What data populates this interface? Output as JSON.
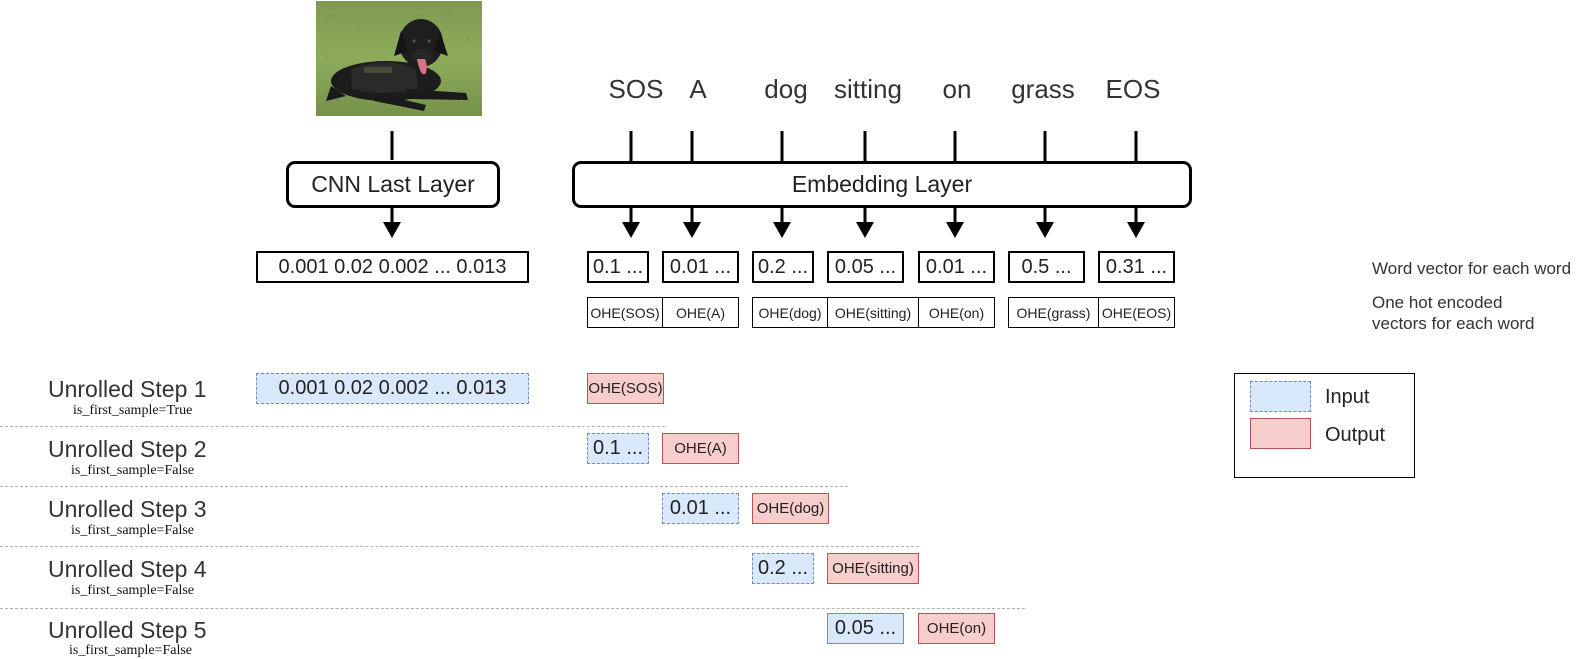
{
  "words": [
    "SOS",
    "A",
    "dog",
    "sitting",
    "on",
    "grass",
    "EOS"
  ],
  "cnn_layer_label": "CNN Last Layer",
  "embedding_layer_label": "Embedding Layer",
  "cnn_output_vector": "0.001 0.02 0.002 ... 0.013",
  "word_vectors": [
    "0.1 ...",
    "0.01 ...",
    "0.2 ...",
    "0.05 ...",
    "0.01 ...",
    "0.5 ...",
    "0.31 ..."
  ],
  "ohe_vectors": [
    "OHE(SOS)",
    "OHE(A)",
    "OHE(dog)",
    "OHE(sitting)",
    "OHE(on)",
    "OHE(grass)",
    "OHE(EOS)"
  ],
  "notes": {
    "word_vector": "Word vector for each word",
    "ohe_line1": "One hot encoded",
    "ohe_line2": "vectors for each word"
  },
  "legend": {
    "input": "Input",
    "output": "Output"
  },
  "steps": [
    {
      "title": "Unrolled Step 1",
      "flag": "is_first_sample=True",
      "input": "0.001 0.02 0.002 ... 0.013",
      "output": "OHE(SOS)"
    },
    {
      "title": "Unrolled Step 2",
      "flag": "is_first_sample=False",
      "input": "0.1 ...",
      "output": "OHE(A)"
    },
    {
      "title": "Unrolled Step 3",
      "flag": "is_first_sample=False",
      "input": "0.01 ...",
      "output": "OHE(dog)"
    },
    {
      "title": "Unrolled Step 4",
      "flag": "is_first_sample=False",
      "input": "0.2 ...",
      "output": "OHE(sitting)"
    },
    {
      "title": "Unrolled Step 5",
      "flag": "is_first_sample=False",
      "input": "0.05 ...",
      "output": "OHE(on)"
    }
  ],
  "colors": {
    "input_fill": "#dae8fc",
    "input_stroke": "#6c8ebf",
    "output_fill": "#f8cecc",
    "output_stroke": "#b85450"
  },
  "image": {
    "subject": "black dog lying on grass"
  }
}
